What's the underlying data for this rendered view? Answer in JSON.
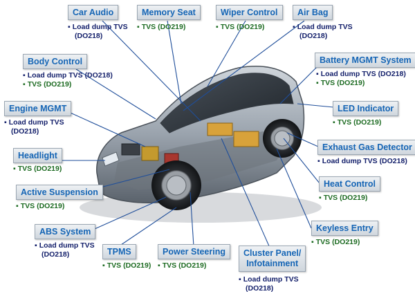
{
  "colors": {
    "title": "#1565b5",
    "load_dump": "#14206b",
    "tvs": "#1d6b22",
    "leader": "#1f4e9a"
  },
  "icons": {
    "bullet": "square-bullet-icon"
  },
  "labels": {
    "car_audio": {
      "title": "Car Audio",
      "specs": [
        "Load dump TVS",
        "(DO218)"
      ]
    },
    "memory_seat": {
      "title": "Memory Seat",
      "specs": [
        "TVS (DO219)"
      ]
    },
    "wiper_control": {
      "title": "Wiper Control",
      "specs": [
        "TVS (DO219)"
      ]
    },
    "air_bag": {
      "title": "Air Bag",
      "specs": [
        "Load dump TVS",
        "(DO218)"
      ]
    },
    "body_control": {
      "title": "Body Control",
      "specs": [
        "Load dump TVS (DO218)",
        "TVS (DO219)"
      ]
    },
    "battery_mgmt": {
      "title": "Battery MGMT System",
      "specs": [
        "Load dump TVS (DO218)",
        "TVS (DO219)"
      ]
    },
    "engine_mgmt": {
      "title": "Engine MGMT",
      "specs": [
        "Load dump TVS",
        "(DO218)"
      ]
    },
    "led_indicator": {
      "title": "LED Indicator",
      "specs": [
        "TVS (DO219)"
      ]
    },
    "headlight": {
      "title": "Headlight",
      "specs": [
        "TVS (DO219)"
      ]
    },
    "exhaust_gas": {
      "title": "Exhaust Gas Detector",
      "specs": [
        "Load dump TVS (DO218)"
      ]
    },
    "active_suspension": {
      "title": "Active Suspension",
      "specs": [
        "TVS (DO219)"
      ]
    },
    "heat_control": {
      "title": "Heat Control",
      "specs": [
        "TVS (DO219)"
      ]
    },
    "abs_system": {
      "title": "ABS System",
      "specs": [
        "Load dump TVS",
        "(DO218)"
      ]
    },
    "keyless_entry": {
      "title": "Keyless Entry",
      "specs": [
        "TVS (DO219)"
      ]
    },
    "tpms": {
      "title": "TPMS",
      "specs": [
        "TVS (DO219)"
      ]
    },
    "power_steering": {
      "title": "Power Steering",
      "specs": [
        "TVS (DO219)"
      ]
    },
    "cluster_panel": {
      "title_line1": "Cluster Panel/",
      "title_line2": "Infotainment",
      "specs": [
        "Load dump TVS",
        "(DO218)"
      ]
    }
  }
}
